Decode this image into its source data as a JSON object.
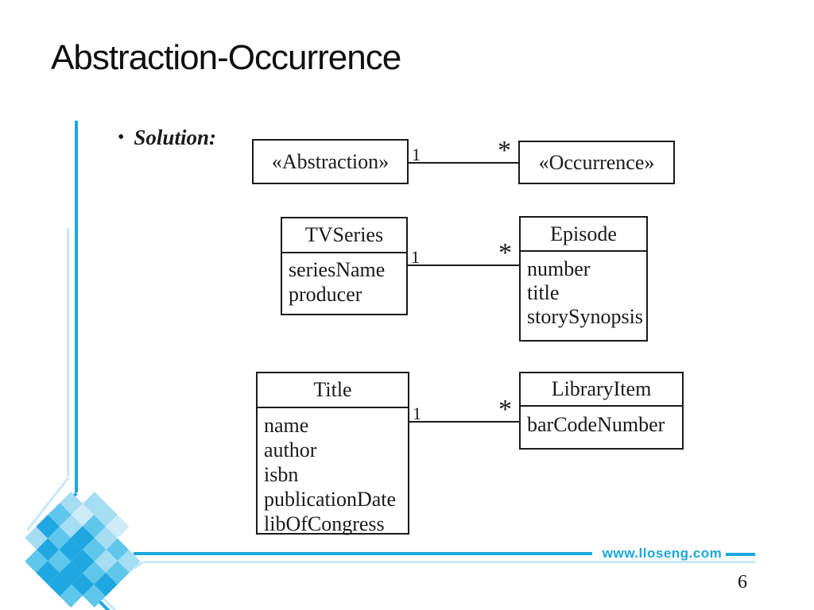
{
  "slide": {
    "title": "Abstraction-Occurrence",
    "bullet": "•",
    "bullet_text": "Solution:",
    "footer_link": "www.lloseng.com",
    "page_number": "6"
  },
  "diagrams": [
    {
      "left": {
        "name": "«Abstraction»",
        "attrs": []
      },
      "right": {
        "name": "«Occurrence»",
        "attrs": []
      },
      "mult_left": "1",
      "mult_right": "*"
    },
    {
      "left": {
        "name": "TVSeries",
        "attrs": [
          "seriesName",
          "producer"
        ]
      },
      "right": {
        "name": "Episode",
        "attrs": [
          "number",
          "title",
          "storySynopsis"
        ]
      },
      "mult_left": "1",
      "mult_right": "*"
    },
    {
      "left": {
        "name": "Title",
        "attrs": [
          "name",
          "author",
          "isbn",
          "publicationDate",
          "libOfCongress"
        ]
      },
      "right": {
        "name": "LibraryItem",
        "attrs": [
          "barCodeNumber"
        ]
      },
      "mult_left": "1",
      "mult_right": "*"
    }
  ],
  "decoration": {
    "accent": "#1BA7E0",
    "accent_pale": "#C7E9F8",
    "link_color": "#1BA7DC",
    "palette": {
      "V": "#1EA7E0",
      "M": "#5FC6EC",
      "L": "#A5DDF2",
      "P": "#CFEBF8",
      "W": ""
    },
    "mosaic_pattern": [
      "W",
      "L",
      "L",
      "P",
      "W",
      "W",
      "L",
      "P",
      "M",
      "L",
      "M",
      "L",
      "M",
      "L",
      "V",
      "M",
      "L",
      "M",
      "V",
      "M",
      "V",
      "V",
      "M",
      "V",
      "L",
      "V",
      "M",
      "V",
      "V",
      "M",
      "W",
      "M",
      "V",
      "V",
      "M",
      "W"
    ]
  }
}
